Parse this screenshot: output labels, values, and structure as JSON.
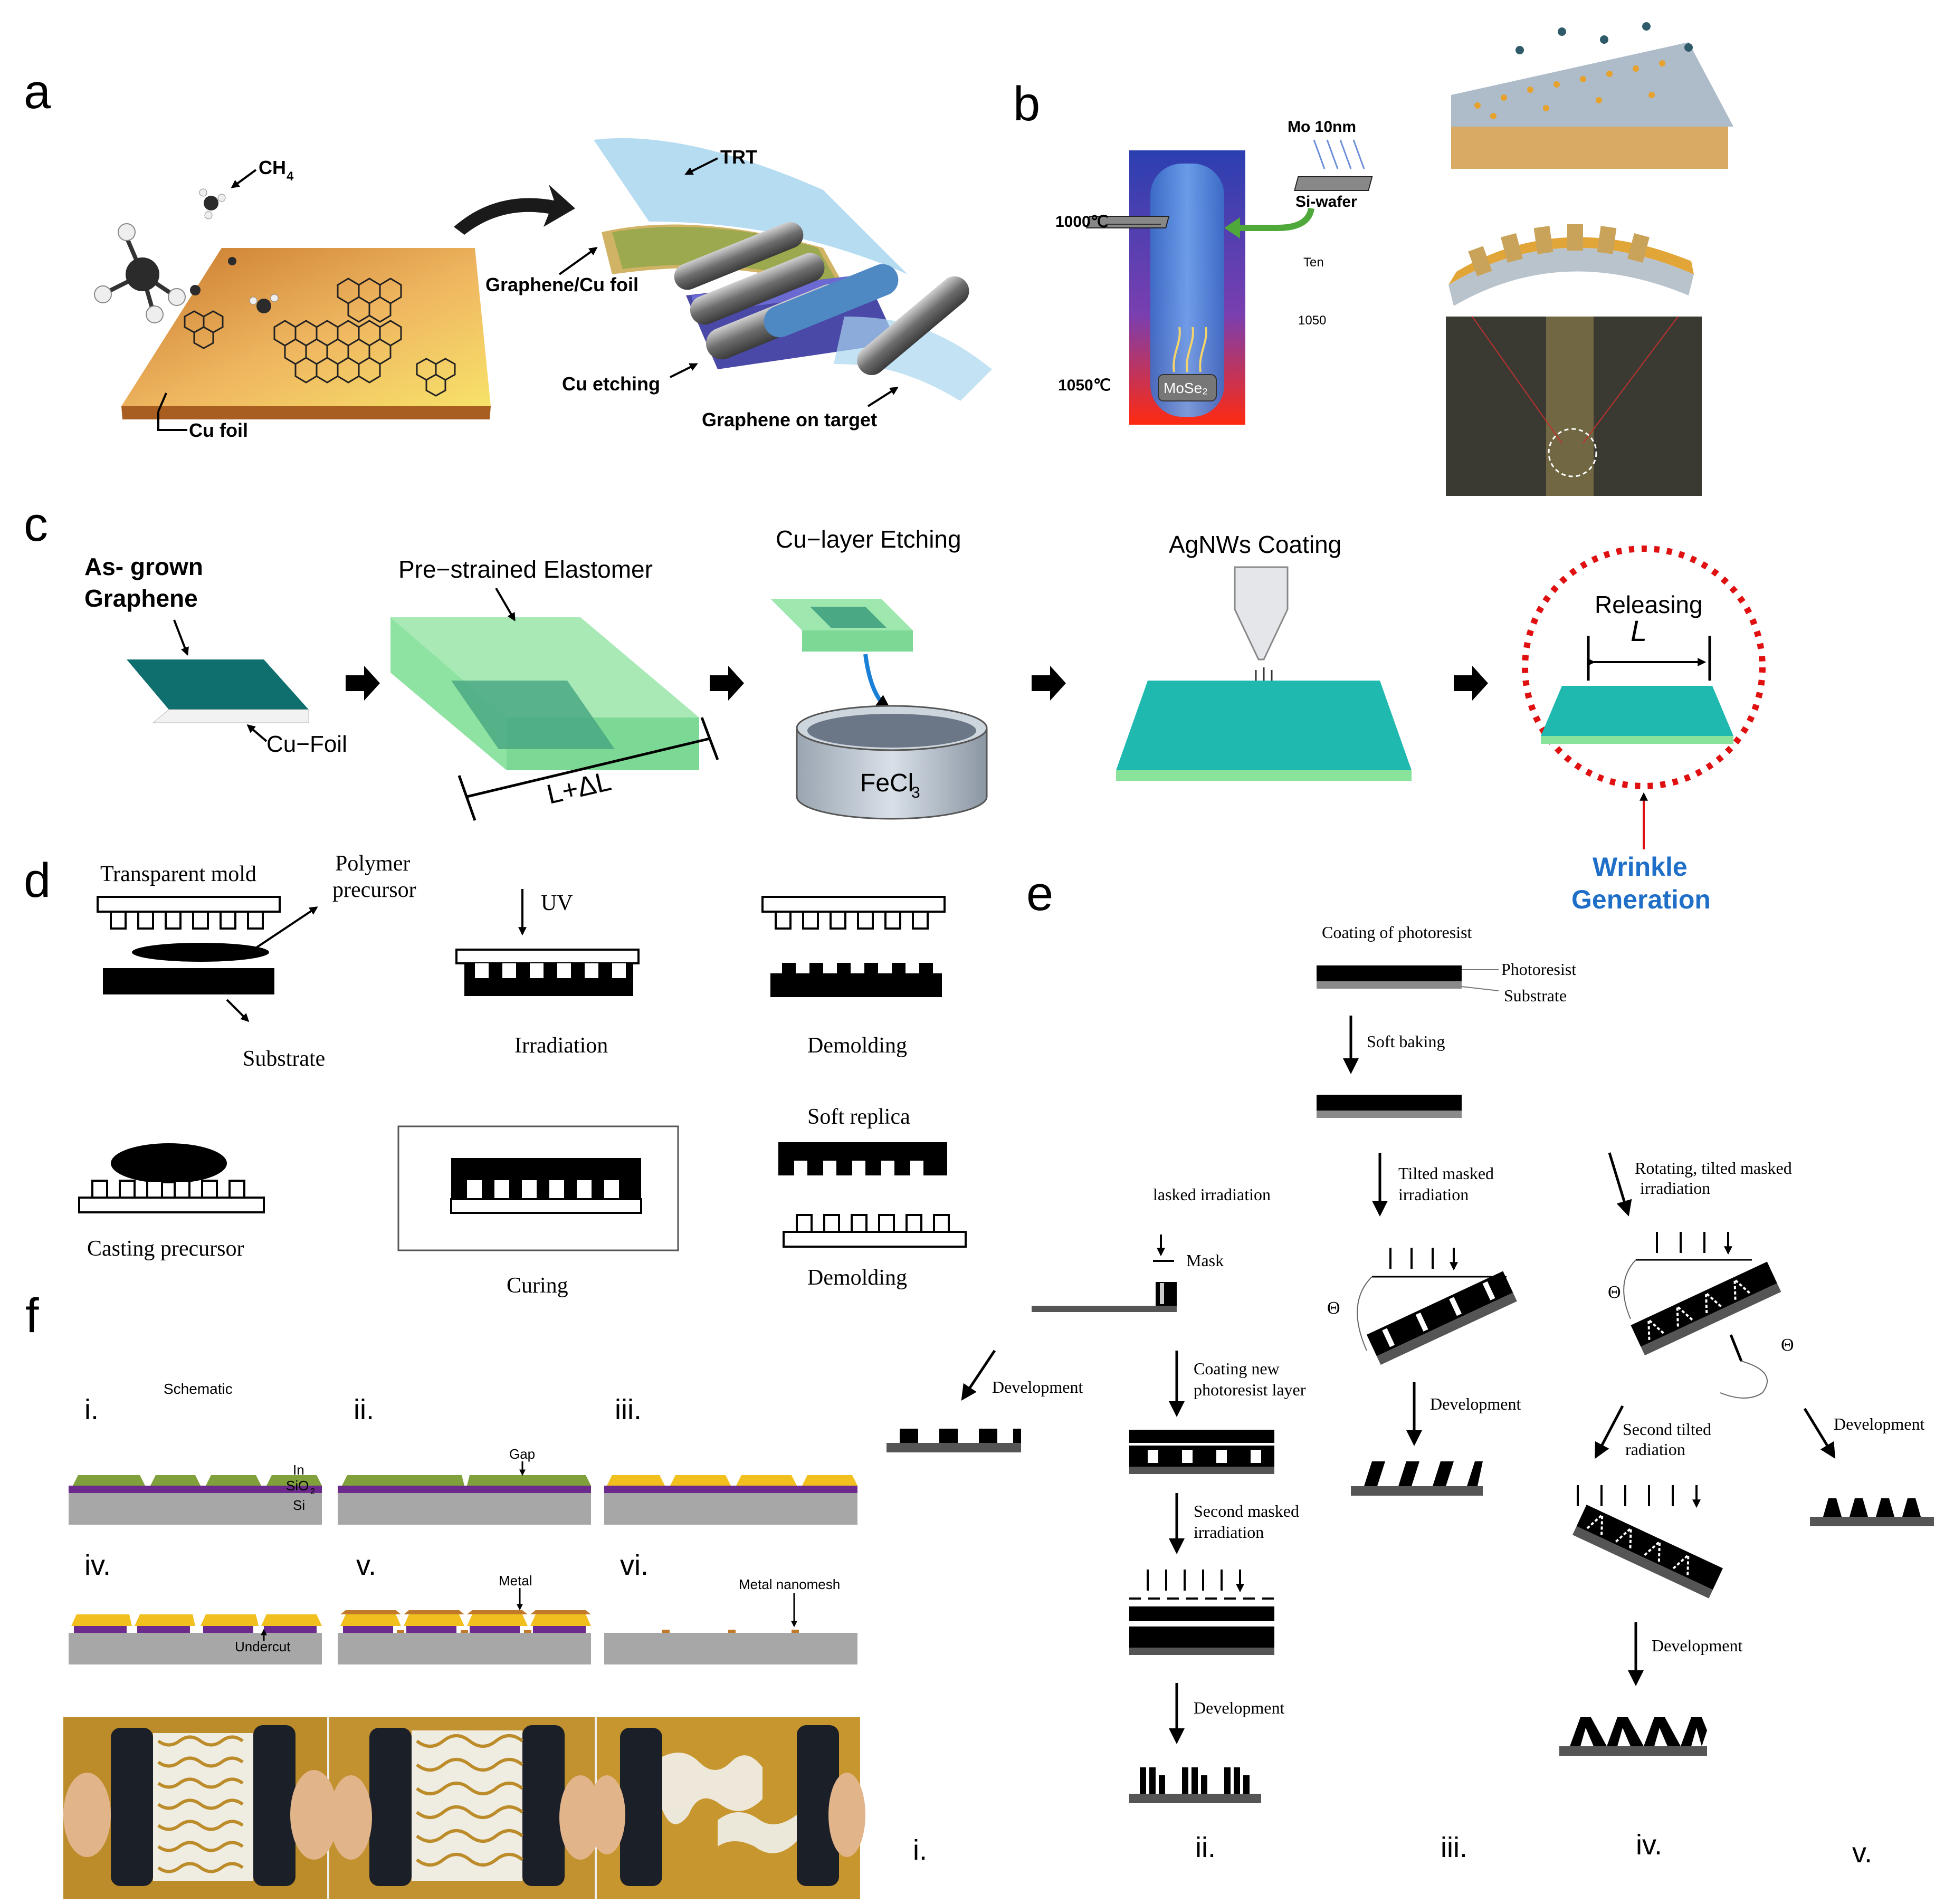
{
  "panels": {
    "a": {
      "letter": "a",
      "ch4": "CH",
      "ch4_sub": "4",
      "cu_foil": "Cu foil",
      "trt": "TRT",
      "graphene_cu_foil": "Graphene/Cu foil",
      "cu_etching": "Cu etching",
      "graphene_on_target": "Graphene on target"
    },
    "b": {
      "letter": "b",
      "mo": "Mo 10nm",
      "si_wafer": "Si-wafer",
      "t1000": "1000℃",
      "t1050": "1050℃",
      "ten": "Ten",
      "n1050": "1050",
      "mose2": "MoSe₂"
    },
    "c": {
      "letter": "c",
      "as_grown_1": "As- grown",
      "as_grown_2": "Graphene",
      "cu_foil": "Cu−Foil",
      "pre_strained": "Pre−strained Elastomer",
      "l_delta": "L+ΔL",
      "cu_layer_etching": "Cu−layer Etching",
      "fecl3": "FeCl",
      "fecl3_sub": "3",
      "agnws": "AgNWs Coating",
      "releasing": "Releasing",
      "l": "L",
      "wrinkle_1": "Wrinkle",
      "wrinkle_2": "Generation"
    },
    "d": {
      "letter": "d",
      "transparent_mold": "Transparent mold",
      "polymer_1": "Polymer",
      "polymer_2": "precursor",
      "substrate": "Substrate",
      "uv": "UV",
      "irradiation": "Irradiation",
      "demolding_1": "Demolding",
      "soft_replica": "Soft replica",
      "casting_precursor": "Casting precursor",
      "curing": "Curing",
      "demolding_2": "Demolding"
    },
    "e": {
      "letter": "e",
      "coating": "Coating of photoresist",
      "photoresist": "Photoresist",
      "substrate": "Substrate",
      "soft_baking": "Soft baking",
      "masked_irr": "lasked irradiation",
      "mask": "Mask",
      "tilted_1": "Tilted masked",
      "tilted_2": "irradiation",
      "rotating_1": "Rotating, tilted masked",
      "rotating_2": "irradiation",
      "theta": "Θ",
      "development": "Development",
      "coating_new_1": "Coating new",
      "coating_new_2": "photoresist layer",
      "second_masked_1": "Second masked",
      "second_masked_2": "irradiation",
      "second_tilted_1": "Second tilted",
      "second_tilted_2": "radiation",
      "roman": [
        "i.",
        "ii.",
        "iii.",
        "iv.",
        "v."
      ]
    },
    "f": {
      "letter": "f",
      "schematic": "Schematic",
      "roman": [
        "i.",
        "ii.",
        "iii.",
        "iv.",
        "v.",
        "vi."
      ],
      "in": "In",
      "sio2": "SiO",
      "sio2_sub": "2",
      "si": "Si",
      "gap": "Gap",
      "undercut": "Undercut",
      "metal": "Metal",
      "metal_nanomesh": "Metal nanomesh"
    }
  },
  "colors": {
    "wrinkle_blue": "#1f6fc8",
    "dotted_red": "#e01010",
    "cu_orange": "#e8a34e",
    "green_layer": "#7fa03a",
    "purple_layer": "#6b2a8c",
    "gold_layer": "#f2c01e",
    "gray_substrate": "#a7a7a7"
  }
}
